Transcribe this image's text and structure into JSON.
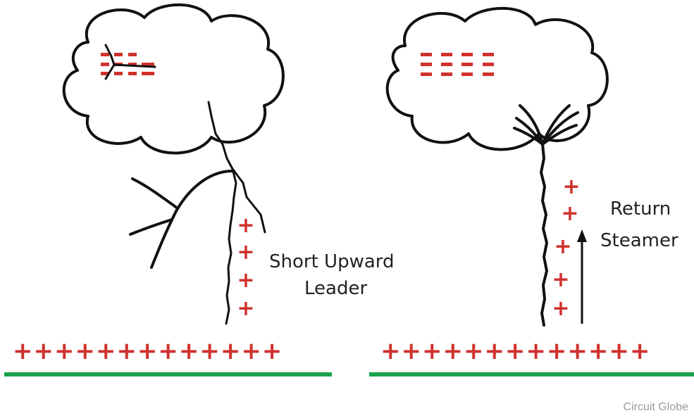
{
  "colors": {
    "charge": "#d0312d",
    "ground": "#1aa34a",
    "stroke": "#111111",
    "text": "#222222",
    "watermark": "#9a9a9a"
  },
  "panels": [
    {
      "id": "left",
      "ground_charges": "+++++++++++++",
      "cloud_charges": [
        "= =",
        "= ="
      ],
      "leader_charges": [
        "+",
        "+",
        "+",
        "+"
      ],
      "label": [
        "Short Upward",
        "Leader"
      ]
    },
    {
      "id": "right",
      "ground_charges": "+++++++++++++",
      "cloud_charges": [
        "= = = =",
        "= = = ="
      ],
      "streamer_charges": [
        "+",
        "+",
        "+",
        "+",
        "+"
      ],
      "label": [
        "Return",
        "Steamer"
      ]
    }
  ],
  "watermark": "Circuit Globe"
}
